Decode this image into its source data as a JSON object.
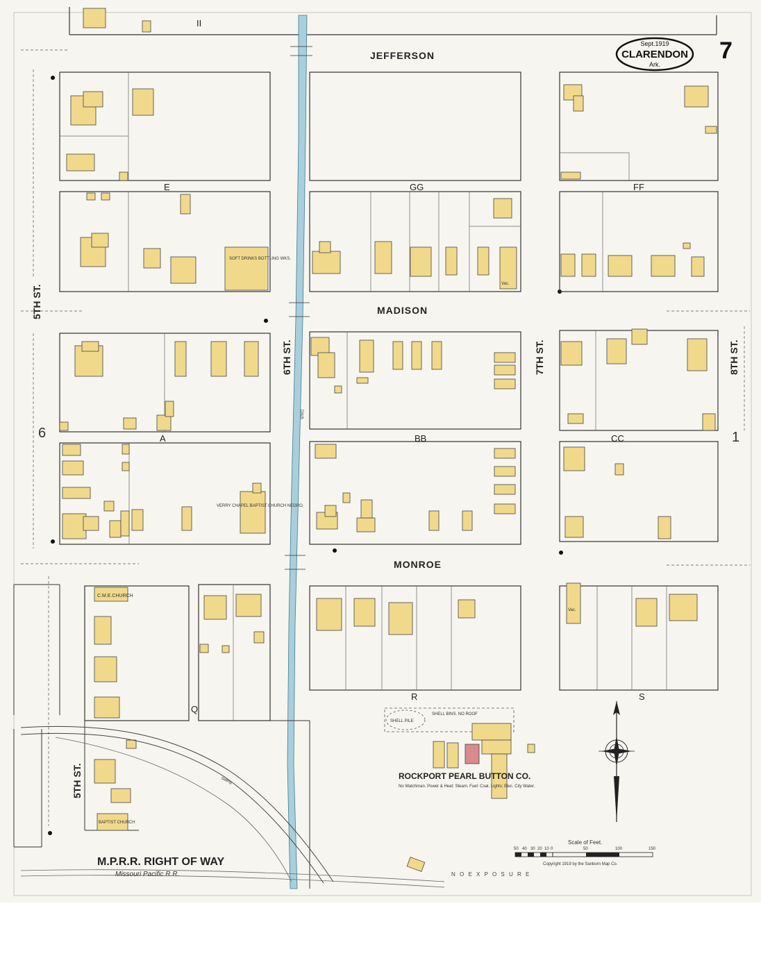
{
  "sheet": {
    "page_number": "7",
    "edge_number_left": "6",
    "edge_number_right": "1",
    "top_number": "II"
  },
  "title_cartouche": {
    "date": "Sept.1919",
    "town": "CLARENDON",
    "state": "Ark."
  },
  "streets": {
    "jefferson": "JEFFERSON",
    "madison": "MADISON",
    "monroe": "MONROE",
    "fifth_st": "5TH ST.",
    "sixth_st": "6TH ST.",
    "seventh_st": "7TH ST.",
    "eighth_st": "8TH ST.",
    "railroad_row": "M.P.R.R. RIGHT OF WAY",
    "railroad": "Missouri Pacific R.R.",
    "siding": "Siding",
    "ditch": "Ditch",
    "no_exposure": "N O   E X P O S U R E"
  },
  "blocks": [
    "E",
    "GG",
    "FF",
    "A",
    "BB",
    "CC",
    "Q",
    "R",
    "S"
  ],
  "buildings": {
    "soft_drinks": "SOFT DRINKS BOTTLING WKS.",
    "verry_chapel": "VERRY CHAPEL BAPTIST CHURCH NEGRO",
    "cme_church": "C.M.E.CHURCH",
    "baptist_church": "BAPTIST CHURCH",
    "button_co": "ROCKPORT PEARL BUTTON CO.",
    "button_co_note": "No Watchman. Power & Heat: Steam. Fuel: Coal. Lights: Elec. City Water.",
    "shell_pile": "SHELL PILE",
    "shell_bins": "SHELL BINS. NO ROOF",
    "vac": "Vac."
  },
  "scale": {
    "label": "Scale of Feet.",
    "ticks": [
      "50",
      "40",
      "30",
      "20",
      "10",
      "0",
      "50",
      "100",
      "150"
    ],
    "copyright": "Copyright 1919 by the Sanborn Map Co."
  },
  "colors": {
    "building_fill": "#f1d98c",
    "ditch_fill": "#a9cfdc",
    "paper": "#f6f5ef"
  }
}
